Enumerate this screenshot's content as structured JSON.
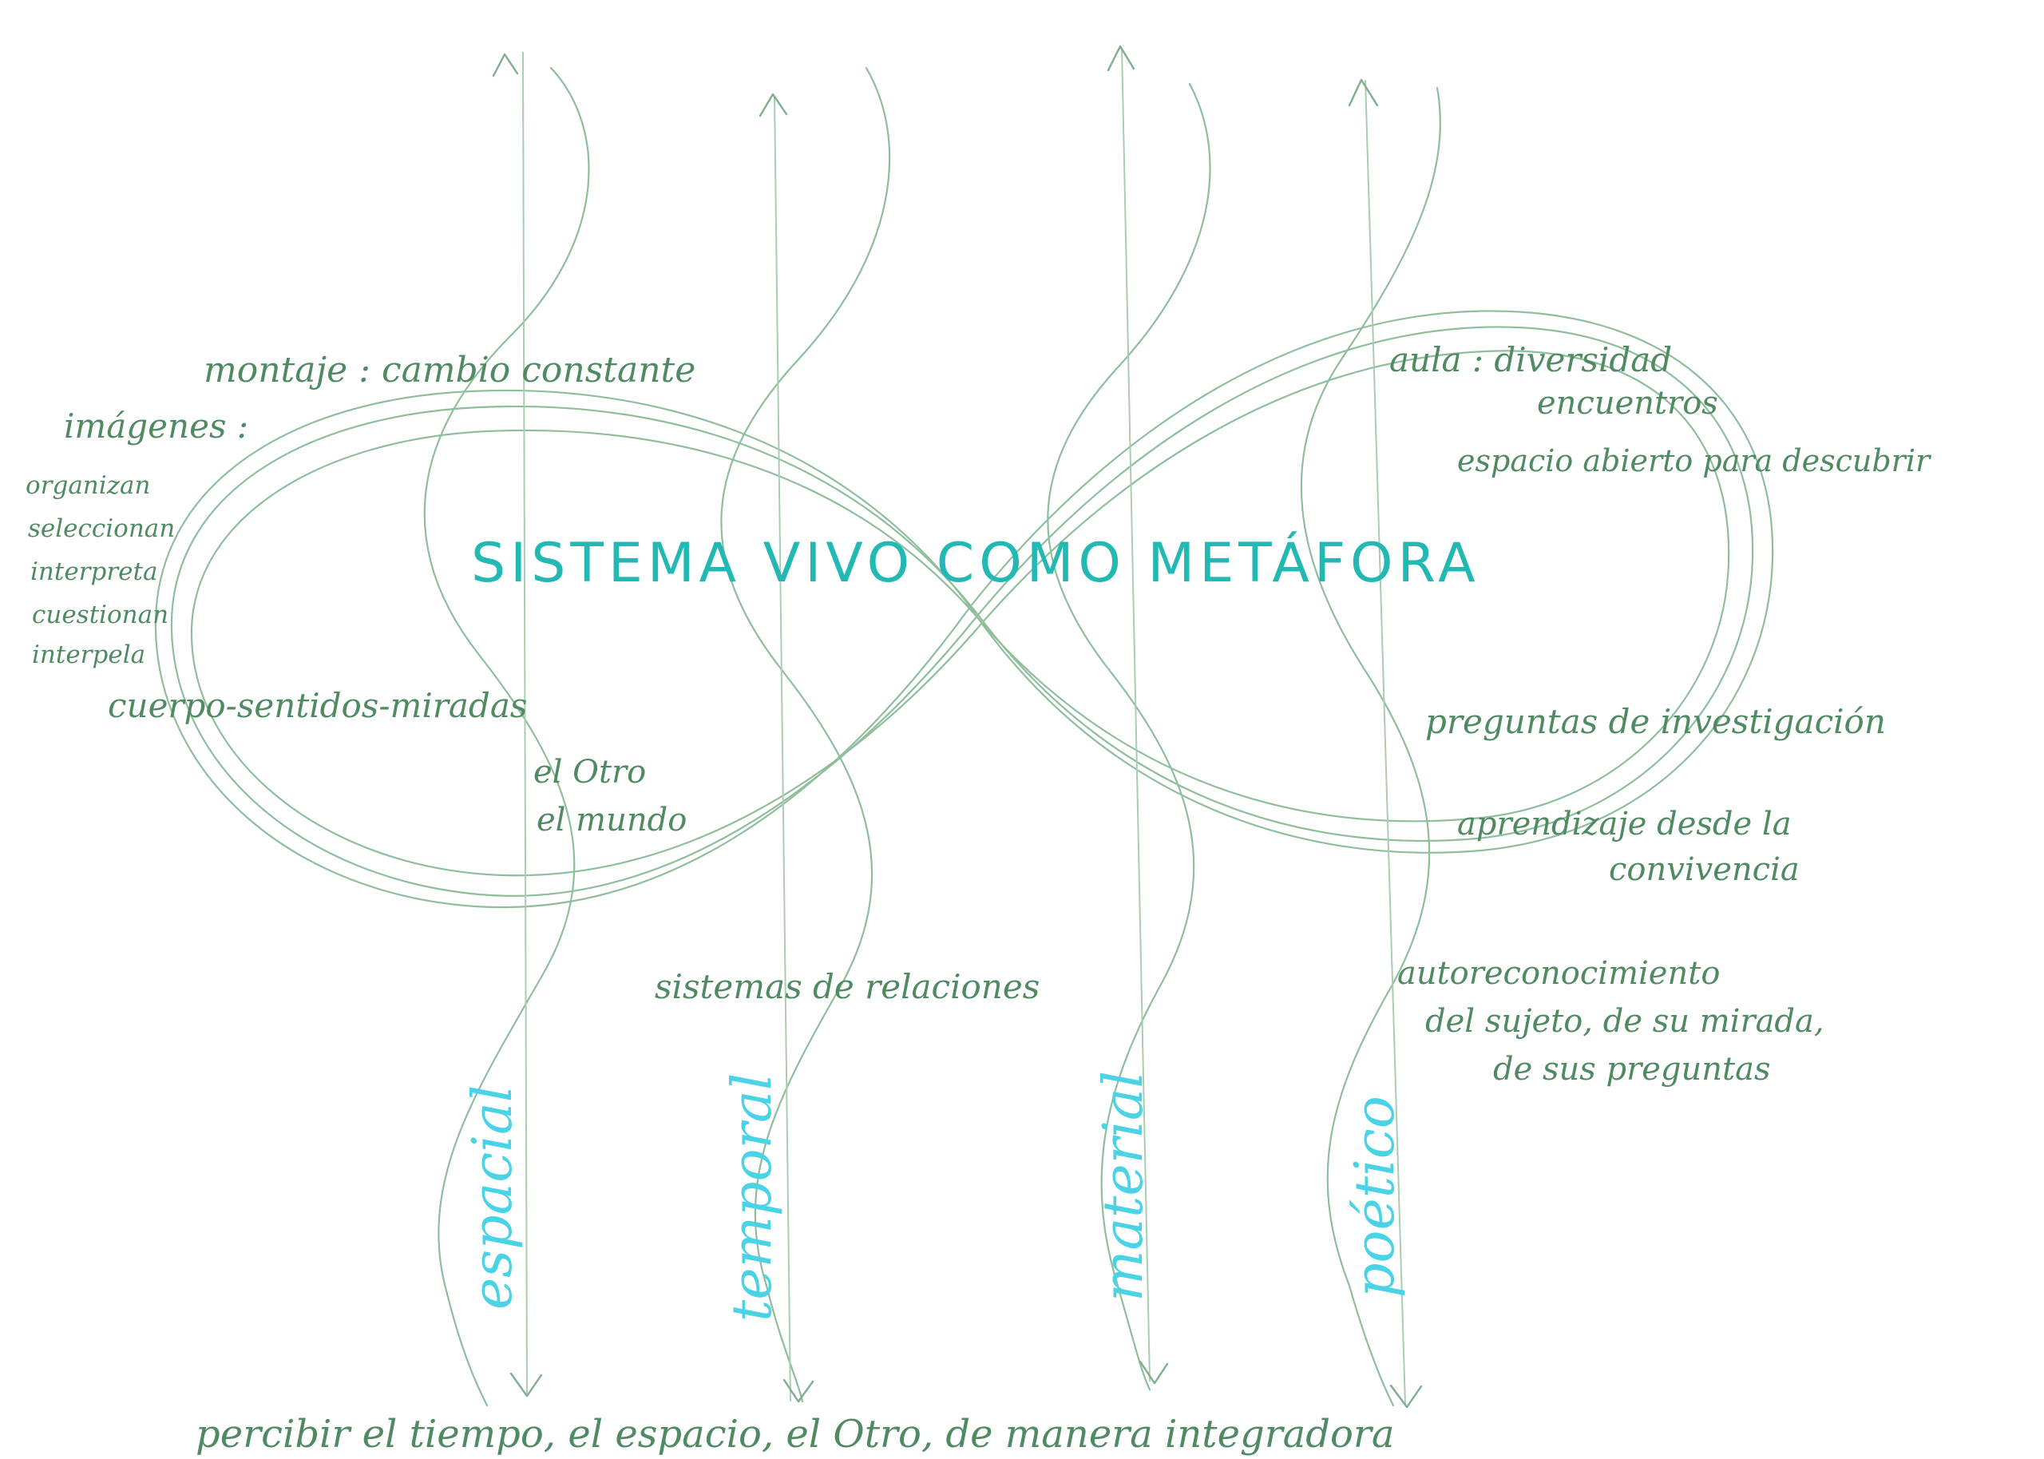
{
  "title": "SISTEMA VIVO COMO METÁFORA",
  "left_notes": {
    "montaje": "montaje : cambio constante",
    "imagenes": "imágenes :",
    "verbs": [
      "organizan",
      "seleccionan",
      "interpreta",
      "cuestionan",
      "interpela"
    ],
    "cuerpo": "cuerpo-sentidos-miradas",
    "otro_1": "el Otro",
    "otro_2": "el mundo"
  },
  "right_notes": {
    "aula_1": "aula : diversidad",
    "aula_2": "encuentros",
    "aula_3": "espacio abierto para descubrir",
    "preguntas": "preguntas de investigación",
    "aprendizaje_1": "aprendizaje desde la",
    "aprendizaje_2": "convivencia",
    "auto_1": "autoreconocimiento",
    "auto_2": "del sujeto, de su mirada,",
    "auto_3": "de sus preguntas"
  },
  "center_note": "sistemas de relaciones",
  "axes": [
    "espacial",
    "temporal",
    "material",
    "poético"
  ],
  "footer": "percibir el tiempo, el espacio, el Otro, de manera integradora",
  "colors": {
    "pencil_green": "#4f8a62",
    "title_teal": "#22b8b4",
    "axis_cyan": "#4ad3e6"
  }
}
